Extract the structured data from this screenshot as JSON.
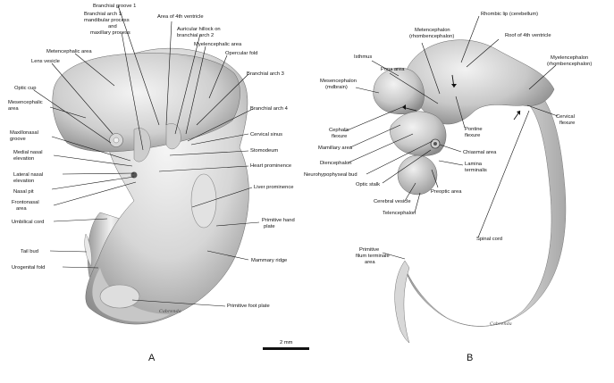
{
  "panels": {
    "a": "A",
    "b": "B"
  },
  "scale_bar": {
    "label": "2 mm"
  },
  "labels_a": {
    "branchial_groove_1": "Branchial groove 1",
    "branchial_arch_1": [
      "Branchial arch 1:",
      "mandibular process",
      "and",
      "maxillary process"
    ],
    "area_4th_ventricle": "Area of 4th ventricle",
    "auricular_hillock": [
      "Auricular hillock on",
      "branchial arch 2"
    ],
    "myelencephalic_area": "Myelencephalic area",
    "opercular_fold": "Opercular fold",
    "metencephalic_area": "Metencephalic area",
    "lens_vesicle": "Lens vesicle",
    "optic_cup": "Optic cup",
    "mesencephalic_area": [
      "Mesencephalic",
      "area"
    ],
    "maxillonasal_groove": [
      "Maxillonasal",
      "groove"
    ],
    "medial_nasal": [
      "Medial nasal",
      "elevation"
    ],
    "lateral_nasal": [
      "Lateral nasal",
      "elevation"
    ],
    "nasal_pit": "Nasal pit",
    "frontonasal_area": [
      "Frontonasal",
      "area"
    ],
    "umbilical_cord": "Umbilical cord",
    "tail_bud": "Tail bud",
    "urogenital_fold": "Urogenital fold",
    "branchial_arch_3": "Branchial arch 3",
    "branchial_arch_4": "Branchial arch 4",
    "cervical_sinus": "Cervical sinus",
    "stomodeum": "Stomodeum",
    "heart_prominence": "Heart prominence",
    "liver_prominence": "Liver prominence",
    "primitive_hand_plate": [
      "Primitive hand",
      "plate"
    ],
    "mammary_ridge": "Mammary ridge",
    "primitive_foot_plate": "Primitive foot plate"
  },
  "labels_b": {
    "rhombic_lip": "Rhombic lip (cerebellum)",
    "metencephalon": [
      "Metencephalon",
      "(rhombencephalon)"
    ],
    "roof_4th_ventricle": "Roof of 4th ventricle",
    "isthmus": "Isthmus",
    "pons_area": "Pons area",
    "myelencephalon": [
      "Myelencephalon",
      "(rhombencephalon)"
    ],
    "mesencephalon": [
      "Mesencephalon",
      "(mdbrain)"
    ],
    "cephalic_flexure": [
      "Cephalic",
      "flexure"
    ],
    "pontine_flexure": [
      "Pontine",
      "flexure"
    ],
    "cervical_flexure": [
      "Cervical",
      "flexure"
    ],
    "mamillary_area": "Mamillary area",
    "chiasmal_area": "Chiasmal area",
    "diencephalon": "Diencephalon",
    "lamina_terminalis": [
      "Lamina",
      "terminalis"
    ],
    "neurohypophyseal_bud": "Neurohypophyseal bud",
    "optic_stalk": "Optic stalk",
    "preoptic_area": "Preoptic area",
    "cerebral_vesicle": "Cerebral vesicle",
    "telencephalon": "Telencephalon",
    "spinal_cord": "Spinal cord",
    "filum_terminale": [
      "Primitive",
      "filum terminale",
      "area"
    ]
  },
  "signature": "Cabrenda",
  "colors": {
    "ink": "#111111",
    "embryo_light": "#f4f4f4",
    "embryo_shade": "#9a9a9a",
    "background": "#ffffff"
  }
}
